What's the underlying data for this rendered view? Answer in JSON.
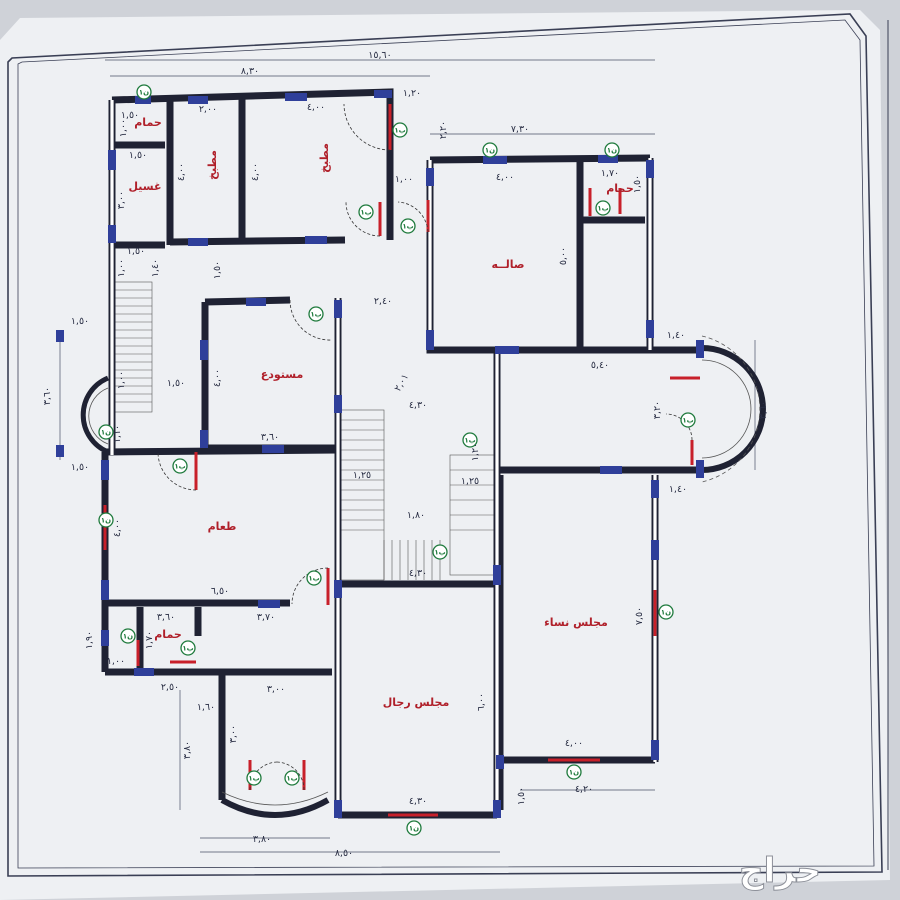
{
  "rooms": {
    "bathroom_top": "حمام",
    "laundry": "غسيل",
    "kitchen_1": "مطبخ",
    "kitchen_2": "مطبخ",
    "hall": "صالــه",
    "bathroom_right": "حمام",
    "storage": "مستودع",
    "dining": "طعام",
    "bathroom_left": "حمام",
    "women_majlis": "مجلس نساء",
    "men_majlis": "مجلس رجال"
  },
  "dimensions": {
    "total_width": "١٥,٦٠",
    "left_block_top": "٨,٣٠",
    "right_block_top": "٧,٣٠",
    "d_120": "١,٢٠",
    "d_220": "٢,٢٠",
    "d_150_a": "١,٥٠",
    "d_100_a": "١,٠٠",
    "d_200_a": "٢,٠٠",
    "d_400_a": "٤,٠٠",
    "d_400_b": "٤,٠٠",
    "d_400_c": "٤,٠٠",
    "d_150_b": "١,٥٠",
    "d_300_a": "٣,٠٠",
    "d_150_c": "١,٥٠",
    "d_100_b": "١,٠٠",
    "d_100_c": "١,٠٠",
    "d_140_a": "١,٤٠",
    "d_150_d": "١,٥٠",
    "d_400_hall": "٤,٠٠",
    "d_500_hall": "٥,٠٠",
    "d_170": "١,٧٠",
    "d_150_e": "١,٥٠",
    "d_240": "٢,٤٠",
    "d_400_store": "٤,٠٠",
    "d_360_store": "٣,٦٠",
    "d_150_f": "١,٥٠",
    "d_100_d": "١,٠٠",
    "d_150_g": "١,٥٠",
    "d_360_left": "٣,٦٠",
    "d_150_h": "١,٥٠",
    "d_110": "١,١٠",
    "d_201": "٢,٠١",
    "d_430_a": "٤,٣٠",
    "d_540": "٥,٤٠",
    "d_140_b": "١,٤٠",
    "d_320": "٣,٢٠",
    "d_360_right": "٣,٦٠",
    "d_140_c": "١,٤٠",
    "d_120_b": "١,٢٠",
    "d_125_a": "١,٢٥",
    "d_125_b": "١,٢٥",
    "d_180_a": "١,٨٠",
    "d_430_b": "٤,٣٠",
    "d_400_dining": "٤,٠٠",
    "d_650": "٦,٥٠",
    "d_360_bath": "٣,٦٠",
    "d_370": "٣,٧٠",
    "d_170_b": "١,٧٠",
    "d_190": "١,٩٠",
    "d_100_e": "١,٠٠",
    "d_250": "٢,٥٠",
    "d_300_b": "٣,٠٠",
    "d_160": "١,٦٠",
    "d_380_v": "٣,٨٠",
    "d_300_c": "٣,٠٠",
    "d_750": "٧,٥٠",
    "d_600": "٦,٠٠",
    "d_400_women": "٤,٠٠",
    "d_420": "٤,٢٠",
    "d_150_i": "١,٥٠",
    "d_430_men": "٤,٣٠",
    "d_380_bottom": "٣,٨٠",
    "d_850": "٨,٥٠"
  },
  "badges": {
    "window_code": "ن١",
    "door_code": "ب١"
  },
  "watermark": "حراج",
  "colors": {
    "paper": "#eef0f3",
    "wall": "#1f2233",
    "window": "#2f3f9a",
    "door": "#c8202a",
    "badge": "#1e7a3c",
    "label": "#b0202a"
  }
}
